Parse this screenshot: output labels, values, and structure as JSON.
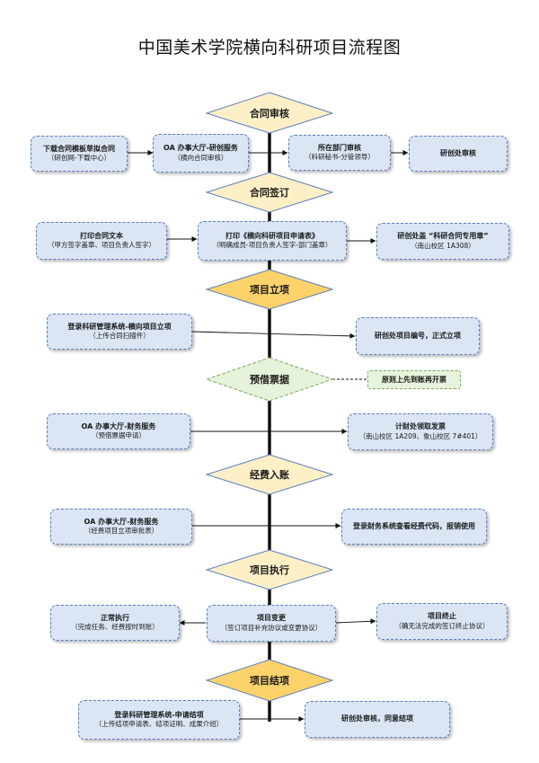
{
  "title": "中国美术学院横向科研项目流程图",
  "colors": {
    "diamond_light": "#fdefc6",
    "diamond_strong": "#fcd26a",
    "diamond_dashed": "#e6f2da",
    "box_fill": "#dbe5f4",
    "box_border": "#5a7fbf",
    "note_fill": "#e8f3dc"
  },
  "diamonds": {
    "d1": "合同审核",
    "d2": "合同签订",
    "d3": "项目立项",
    "d4": "预借票据",
    "d5": "经费入账",
    "d6": "项目执行",
    "d7": "项目结项"
  },
  "boxes": {
    "b1": {
      "title": "下载合同模板草拟合同",
      "sub": "（研创网-下载中心）"
    },
    "b2": {
      "title": "OA 办事大厅-研创服务",
      "sub": "（横向合同审核）"
    },
    "b3": {
      "title": "所在部门审核",
      "sub": "（科研秘书-分管领导）"
    },
    "b4": {
      "title": "研创处审核",
      "sub": ""
    },
    "b5": {
      "title": "打印合同文本",
      "sub": "（甲方签字盖章、项目负责人签字）"
    },
    "b6": {
      "title": "打印《横向科研项目申请表》",
      "sub": "（明确成员-项目负责人签字-部门盖章）"
    },
    "b7": {
      "title": "研创处盖 “科研合同专用章”",
      "sub": "（南山校区 1A308）"
    },
    "b8": {
      "title": "登录科研管理系统-横向项目立项",
      "sub": "（上传合同扫描件）"
    },
    "b9": {
      "title": "研创处项目编号，正式立项",
      "sub": ""
    },
    "b10": {
      "title": "OA 办事大厅-财务服务",
      "sub": "（预借票据申请）"
    },
    "b11": {
      "title": "计财处领取发票",
      "sub": "（南山校区 1A209、象山校区 7#401）"
    },
    "b12": {
      "title": "OA 办事大厅-财务服务",
      "sub": "（经费项目立项审批表）"
    },
    "b13": {
      "title": "登录财务系统查看经费代码，报销使用",
      "sub": ""
    },
    "b14": {
      "title": "正常执行",
      "sub": "（完成任务、经费按时到账）"
    },
    "b15": {
      "title": "项目变更",
      "sub": "（签订项目补充协议或变更协议）"
    },
    "b16": {
      "title": "项目终止",
      "sub": "（确无法完成的签订终止协议）"
    },
    "b17": {
      "title": "登录科研管理系统-申请结项",
      "sub": "（上传结项申请表、结项证明、成果介绍）"
    },
    "b18": {
      "title": "研创处审核，同意结项",
      "sub": ""
    }
  },
  "note": "原则上先到账再开票"
}
